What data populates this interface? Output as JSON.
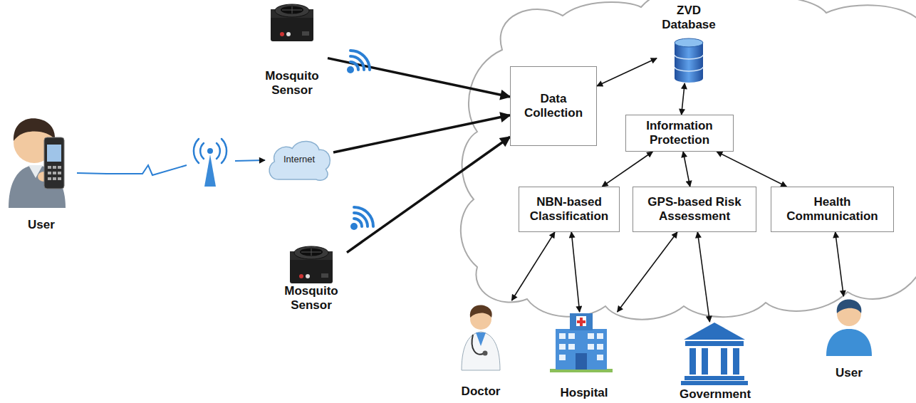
{
  "diagram": {
    "nodes": [
      {
        "text": [
          "Mosquito Sensor"
        ]
      },
      {
        "text": [
          "ZVD Database"
        ]
      },
      {
        "text": [
          "Data Collection"
        ]
      },
      {
        "text": [
          "User"
        ]
      },
      {
        "text": [
          "Internet"
        ]
      },
      {
        "text": [
          "Information Protection"
        ]
      },
      {
        "text": [
          "NBN-based Classification"
        ]
      },
      {
        "text": [
          "GPS-based Risk Assessment"
        ]
      },
      {
        "text": [
          "Health Communication"
        ]
      },
      {
        "text": [
          "Mosquito Sensor"
        ]
      },
      {
        "text": [
          "Doctor"
        ]
      },
      {
        "text": [
          "Hospital"
        ]
      },
      {
        "text": [
          "Government"
        ]
      },
      {
        "text": [
          "User"
        ]
      }
    ],
    "edges": [
      {
        "from": 0,
        "to": 2,
        "arrow": "to"
      },
      {
        "from": 4,
        "to": 2,
        "arrow": "to"
      },
      {
        "from": 9,
        "to": 2,
        "arrow": "to"
      },
      {
        "from": 2,
        "to": 1,
        "arrow": "both"
      },
      {
        "from": 1,
        "to": 5,
        "arrow": "both"
      },
      {
        "from": 5,
        "to": 6,
        "arrow": "both"
      },
      {
        "from": 5,
        "to": 7,
        "arrow": "both"
      },
      {
        "from": 5,
        "to": 8,
        "arrow": "both"
      },
      {
        "from": 6,
        "to": 10,
        "arrow": "both"
      },
      {
        "from": 6,
        "to": 11,
        "arrow": "both"
      },
      {
        "from": 7,
        "to": 11,
        "arrow": "both"
      },
      {
        "from": 7,
        "to": 12,
        "arrow": "both"
      },
      {
        "from": 8,
        "to": 13,
        "arrow": "both"
      },
      {
        "from": 3,
        "to": 4,
        "arrow": "to"
      }
    ]
  }
}
